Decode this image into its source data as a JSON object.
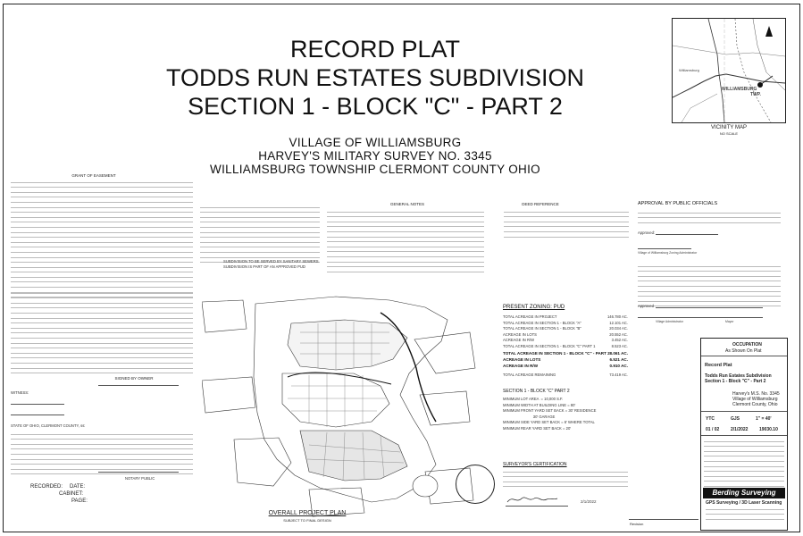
{
  "title": {
    "line1": "RECORD PLAT",
    "line2": "TODDS RUN ESTATES SUBDIVISION",
    "line3": "SECTION 1 - BLOCK \"C\" - PART 2"
  },
  "subtitle": {
    "line1": "VILLAGE OF WILLIAMSBURG",
    "line2": "HARVEY'S MILITARY SURVEY NO. 3345",
    "line3": "WILLIAMSBURG TOWNSHIP   CLERMONT COUNTY OHIO"
  },
  "vicinity": {
    "label": "VICINITY   MAP",
    "scale": "NO SCALE",
    "place1": "WILLIAMSBURG",
    "place2": "TWP.",
    "place3": "Williamsburg"
  },
  "left_column": {
    "grant_heading": "GRANT OF EASEMENT",
    "signed_heading": "SIGNED BY OWNER",
    "witness": "WITNESS:",
    "state": "STATE OF OHIO,        CLERMONT COUNTY, ss:",
    "notary": "NOTARY PUBLIC",
    "recorded": "RECORDED:",
    "date": "DATE:",
    "cabinet": "CABINET:",
    "page": "PAGE:"
  },
  "middle": {
    "general_notes": "GENERAL NOTES",
    "deed_reference": "DEED REFERENCE",
    "sanitary_note1": "SUBDIVISION TO BE SERVED BY SANITARY SEWERS",
    "sanitary_note2": "SUBDIVISION IS PART OF AN APPROVED PUD",
    "plan_title": "OVERALL  PROJECT  PLAN",
    "plan_sub": "SUBJECT TO FINAL DESIGN"
  },
  "zoning": {
    "heading": "PRESENT ZONING:   PUD",
    "rows": [
      {
        "label": "TOTAL ACREAGE IN PROJECT",
        "value": "146.780 AC."
      },
      {
        "label": "TOTAL ACREAGE IN SECTION 1 - BLOCK \"A\"",
        "value": "12.101 AC."
      },
      {
        "label": "TOTAL ACREAGE IN SECTION 1 - BLOCK \"B\"",
        "value": "20.034 AC."
      },
      {
        "label": "ACREAGE IN LOTS",
        "value": "20.552 AC."
      },
      {
        "label": "ACREAGE IN R/W",
        "value": "3.452 AC."
      },
      {
        "label": "TOTAL ACREAGE IN SECTION 1 - BLOCK \"C\" PART 1",
        "value": "8.523 AC."
      }
    ],
    "bold_rows": [
      {
        "label": "TOTAL ACREAGE IN SECTION 1 - BLOCK \"C\" - PART 2",
        "value": "8.061 AC."
      },
      {
        "label": "ACREAGE IN LOTS",
        "value": "6.521 AC."
      },
      {
        "label": "ACREAGE IN R/W",
        "value": "0.910 AC."
      }
    ],
    "remaining": {
      "label": "TOTAL ACREAGE REMAINING",
      "value": "73.419 AC."
    }
  },
  "section_block": {
    "heading": "SECTION 1 - BLOCK \"C\" PART 2",
    "rows": [
      "MINIMUM LOT AREA  = 10,000 S.F.",
      "MINIMUM WIDTH AT BUILDING LINE = 80'",
      "MINIMUM FRONT YARD SET BACK = 30' RESIDENCE",
      "                             30' GARAGE",
      "MINIMUM SIDE YARD SET BACK = 6' WHERE TOTAL",
      "MINIMUM REAR YARD SET BACK = 20'"
    ]
  },
  "surveyor": {
    "heading": "SURVEYOR'S CERTIFICATION",
    "date": "2/1/2022"
  },
  "approval": {
    "heading": "APPROVAL BY PUBLIC OFFICIALS",
    "approved1": "Approved:",
    "by1": "Village of Williamsburg Zoning Administrator",
    "approved2": "Approved",
    "mayor": "Mayor",
    "admin": "Village Administrator"
  },
  "title_block": {
    "occupation": "OCCUPATION",
    "as_shown": "As Shown On Plat",
    "record_plat": "Record Plat",
    "project": "Todds Run Estates Subdivision",
    "section": "Section 1 - Block \"C\" - Part 2",
    "survey1": "Harvey's M.S. No. 3345",
    "survey2": "Village of Williamsburg",
    "survey3": "Clermont County, Ohio",
    "code1": "YTC",
    "code2": "GJS",
    "scale": "1\" = 40'",
    "sheet": "01 / 02",
    "date": "2/1/2022",
    "job": "19030.10",
    "company": "Berding Surveying",
    "tagline": "GPS Surveying  /  3D Laser Scanning",
    "revision": "Revision"
  }
}
